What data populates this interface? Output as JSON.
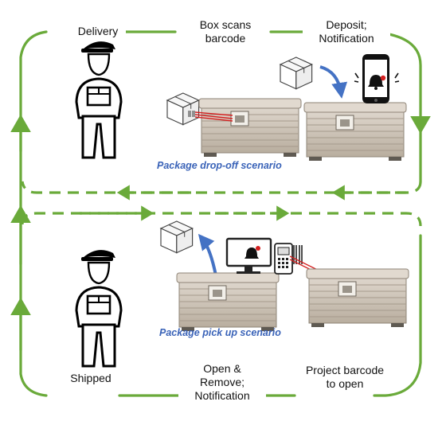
{
  "steps": {
    "delivery": "Delivery",
    "box_scans": [
      "Box scans",
      "barcode"
    ],
    "deposit": [
      "Deposit;",
      "Notification"
    ],
    "shipped": "Shipped",
    "open_remove": [
      "Open &",
      "Remove;",
      "Notification"
    ],
    "project_barcode": [
      "Project barcode",
      "to open"
    ]
  },
  "scenarios": {
    "dropoff": "Package drop-off scenario",
    "pickup": "Package pick up scenario"
  },
  "colors": {
    "flow_green": "#6aaa3a",
    "arrow_blue": "#4472c4",
    "caption_blue": "#3a63b8",
    "box_beige": "#cfc6bb",
    "scan_red": "#d42020"
  }
}
